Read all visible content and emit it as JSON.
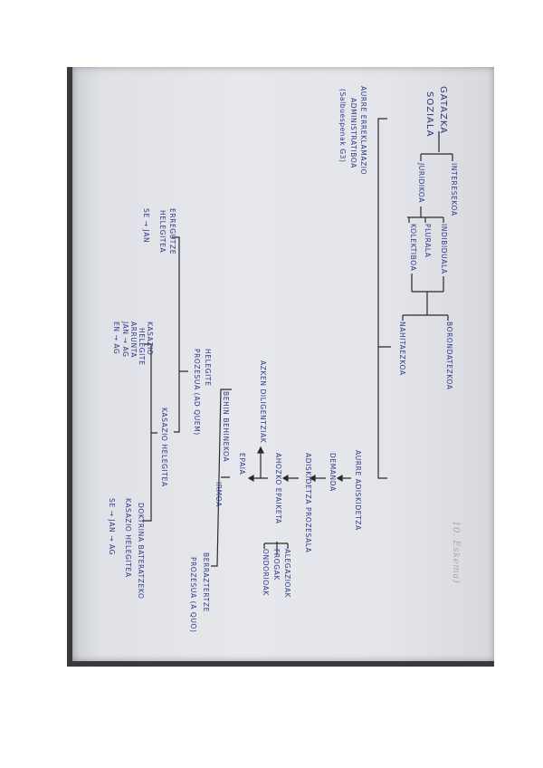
{
  "title_note": "10. Eskema)",
  "root": [
    "GATAZKA",
    "SOZIALA"
  ],
  "pre_claim": [
    "AURRE ERREKLAMAZIO",
    "ADMINISTRATIBOA",
    "(Salbuespenak G3)"
  ],
  "by_object": {
    "a": "INTERESEKOA",
    "b": "JURIDIKOA"
  },
  "by_subject": {
    "a": "INDIBIDUALA",
    "b": "PLURALA",
    "c": "KOLEKTIBOA"
  },
  "by_will": {
    "a": "BORONDATEZKOA",
    "b": "NAHITAEZKOA"
  },
  "process": {
    "step1": "AURRE ADISKIDETZA",
    "step2": "DEMANDA",
    "step3": "ADISKIDETZA PROZESALA",
    "step4": "AHOZKO EPAIKETA",
    "phases": {
      "a": "ALEGAZIOAK",
      "b": "FROGAK",
      "c": "ONDORIOAK"
    },
    "final_diligences": "AZKEN DILIGENTZIAK",
    "judgment": "EPAIA"
  },
  "judgment_types": {
    "provisional": "BEHIN BEHINEKOA",
    "firm": "IRMOA"
  },
  "appeals": {
    "ad_quem": [
      "HELEGITE",
      "PROZESUA (AD QUEM)"
    ],
    "a_quo": [
      "BERRAZTERTZE",
      "PROZESUA (A QUO)"
    ],
    "supplication": [
      "ERREGUTZE",
      "HELEGITEA",
      "SE → JAN"
    ],
    "cassation": "KASAZIO HELEGITEA",
    "ordinary_cassation": [
      "KASAZIO",
      "HELEGITE",
      "ARRUNTA",
      "JAN → AG",
      "EN → AG"
    ],
    "unification_cassation": [
      "DOKTRINA BATERATZEKO",
      "KASAZIO HELEGITEA",
      "SE → JAN → AG"
    ]
  },
  "colors": {
    "ink": "#2f3a8c",
    "pencil": "#a7a9ae",
    "paper": "#e4e6ea",
    "lines": "#2a2a2a"
  }
}
